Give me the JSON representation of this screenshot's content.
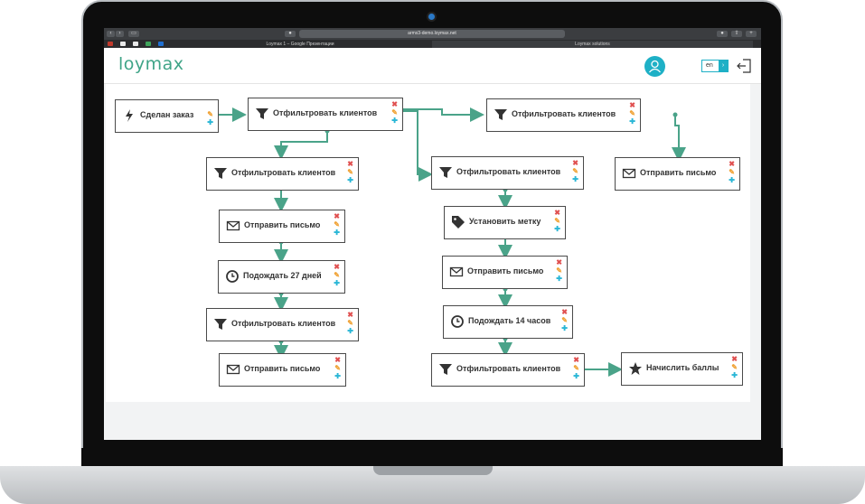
{
  "browser": {
    "url": "armx3-demo.loymax.net",
    "tabs": [
      {
        "label": "Loymax 1 – Google Презентации"
      },
      {
        "label": "Loymax solutions"
      }
    ]
  },
  "header": {
    "logo_text": "loymax",
    "language": "en"
  },
  "nodes": {
    "order_placed": {
      "label": "Сделан заказ"
    },
    "filter_1": {
      "label": "Отфильтровать клиентов"
    },
    "filter_2": {
      "label": "Отфильтровать клиентов"
    },
    "filter_3": {
      "label": "Отфильтровать клиентов"
    },
    "filter_4": {
      "label": "Отфильтровать клиентов"
    },
    "filter_5": {
      "label": "Отфильтровать клиентов"
    },
    "filter_6": {
      "label": "Отфильтровать клиентов"
    },
    "send_1": {
      "label": "Отправить письмо"
    },
    "send_2": {
      "label": "Отправить письмо"
    },
    "send_3": {
      "label": "Отправить письмо"
    },
    "send_4": {
      "label": "Отправить письмо"
    },
    "wait_27": {
      "label": "Подождать 27 дней"
    },
    "wait_14": {
      "label": "Подождать 14 часов"
    },
    "set_tag": {
      "label": "Установить метку"
    },
    "points": {
      "label": "Начислить баллы"
    }
  },
  "node_actions": {
    "delete": "✖",
    "edit": "✎",
    "add": "✚"
  },
  "icons": {
    "trigger": "lightning-icon",
    "filter": "funnel-icon",
    "email": "envelope-icon",
    "wait": "clock-icon",
    "tag": "tag-icon",
    "points": "star-icon"
  },
  "colors": {
    "brand": "#3fa487",
    "accent": "#1eb0c6",
    "connector": "#4aa389",
    "delete": "#e05050",
    "edit": "#f0a030",
    "add": "#29b6d6"
  }
}
